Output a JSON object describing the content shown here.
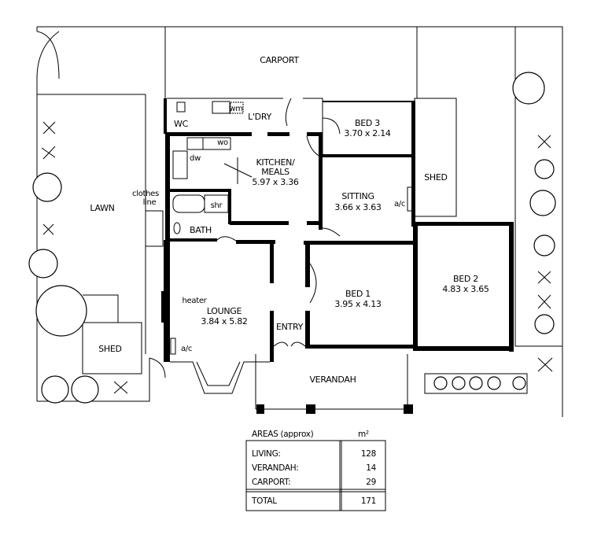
{
  "rooms": {
    "carport": "CARPORT",
    "wc": "WC",
    "wm": "wm",
    "laundry": "L'DRY",
    "bed3": {
      "name": "BED 3",
      "size": "3.70 x 2.14"
    },
    "kitchen": {
      "name1": "KITCHEN/",
      "name2": "MEALS",
      "size": "5.97 x 3.36"
    },
    "wo": "wo",
    "dw": "dw",
    "shed_right": "SHED",
    "sitting": {
      "name": "SITTING",
      "size": "3.66 x 3.63"
    },
    "sitting_ac": "a/c",
    "lawn": "LAWN",
    "clothesline1": "clothes",
    "clothesline2": "line",
    "shr": "shr",
    "bath": "BATH",
    "lounge": {
      "name": "LOUNGE",
      "size": "3.84 x 5.82"
    },
    "heater": "heater",
    "lounge_ac": "a/c",
    "bed1": {
      "name": "BED 1",
      "size": "3.95 x 4.13"
    },
    "bed2": {
      "name": "BED 2",
      "size": "4.83 x 3.65"
    },
    "entry": "ENTRY",
    "verandah": "VERANDAH",
    "shed_left": "SHED"
  },
  "areas_table": {
    "title": "AREAS (approx)",
    "unit": "m²",
    "rows": [
      {
        "label": "LIVING:",
        "value": "128"
      },
      {
        "label": "VERANDAH:",
        "value": "14"
      },
      {
        "label": "CARPORT:",
        "value": "29"
      }
    ],
    "total": {
      "label": "TOTAL",
      "value": "171"
    }
  }
}
